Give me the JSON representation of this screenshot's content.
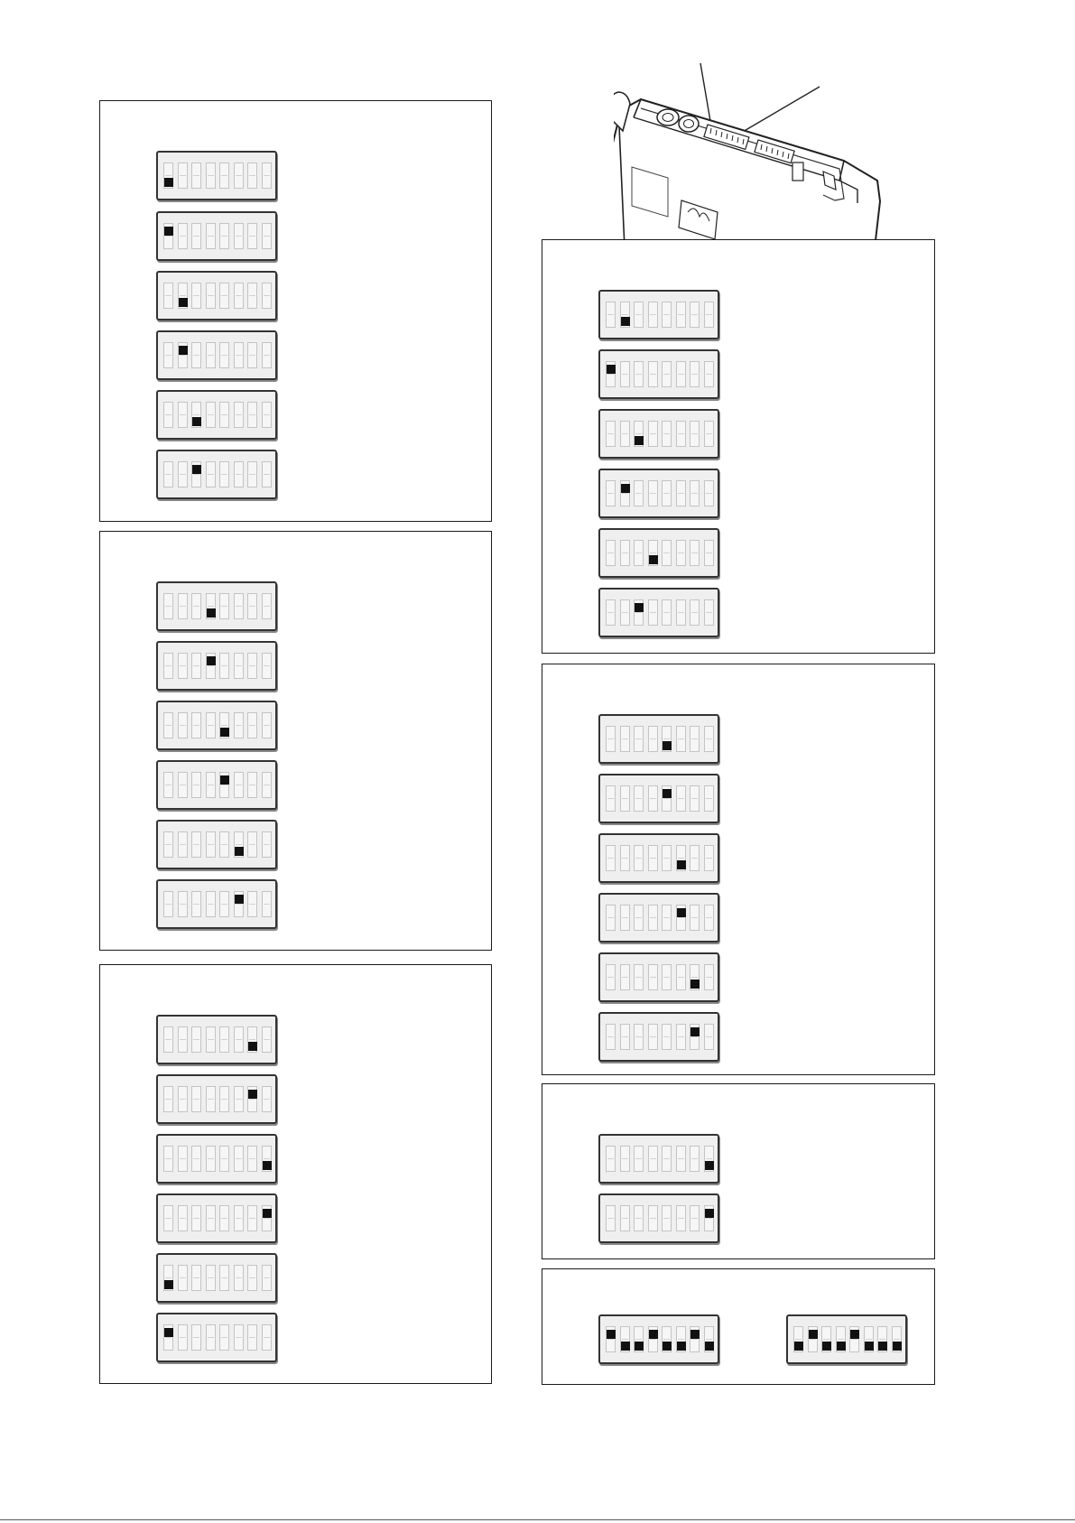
{
  "panels": [
    {
      "id": "panel-left-1",
      "switches": [
        [
          0,
          0,
          0,
          0,
          0,
          0,
          0,
          0
        ],
        [
          1,
          0,
          0,
          0,
          0,
          0,
          0,
          0
        ],
        [
          0,
          0,
          0,
          0,
          0,
          0,
          0,
          0
        ],
        [
          0,
          1,
          0,
          0,
          0,
          0,
          0,
          0
        ],
        [
          0,
          0,
          0,
          0,
          0,
          0,
          0,
          0
        ],
        [
          0,
          0,
          1,
          0,
          0,
          0,
          0,
          0
        ]
      ]
    },
    {
      "id": "panel-left-2",
      "switches": [
        [
          0,
          0,
          0,
          0,
          0,
          0,
          0,
          0
        ],
        [
          0,
          0,
          0,
          1,
          0,
          0,
          0,
          0
        ],
        [
          0,
          0,
          0,
          0,
          0,
          0,
          0,
          0
        ],
        [
          0,
          0,
          0,
          0,
          1,
          0,
          0,
          0
        ],
        [
          0,
          0,
          0,
          0,
          0,
          0,
          0,
          0
        ],
        [
          0,
          0,
          0,
          0,
          0,
          1,
          0,
          0
        ]
      ]
    },
    {
      "id": "panel-left-3",
      "switches": [
        [
          0,
          0,
          0,
          0,
          0,
          0,
          0,
          0
        ],
        [
          0,
          0,
          0,
          0,
          0,
          0,
          1,
          0
        ],
        [
          0,
          0,
          0,
          0,
          0,
          0,
          0,
          0
        ],
        [
          0,
          0,
          0,
          0,
          0,
          0,
          0,
          1
        ],
        [
          0,
          0,
          0,
          0,
          0,
          0,
          0,
          0
        ],
        [
          1,
          0,
          0,
          0,
          0,
          0,
          0,
          0
        ]
      ]
    },
    {
      "id": "panel-right-1",
      "switches": [
        [
          0,
          0,
          0,
          0,
          0,
          0,
          0,
          0
        ],
        [
          1,
          0,
          0,
          0,
          0,
          0,
          0,
          0
        ],
        [
          0,
          0,
          0,
          0,
          0,
          0,
          0,
          0
        ],
        [
          0,
          1,
          0,
          0,
          0,
          0,
          0,
          0
        ],
        [
          0,
          0,
          0,
          0,
          0,
          0,
          0,
          0
        ],
        [
          0,
          0,
          1,
          0,
          0,
          0,
          0,
          0
        ]
      ]
    },
    {
      "id": "panel-right-2",
      "switches": [
        [
          0,
          0,
          0,
          0,
          0,
          0,
          0,
          0
        ],
        [
          0,
          0,
          0,
          0,
          1,
          0,
          0,
          0
        ],
        [
          0,
          0,
          0,
          0,
          0,
          0,
          0,
          0
        ],
        [
          0,
          0,
          0,
          0,
          0,
          1,
          0,
          0
        ],
        [
          0,
          0,
          0,
          0,
          0,
          0,
          0,
          0
        ],
        [
          0,
          0,
          0,
          0,
          0,
          0,
          1,
          0
        ]
      ]
    },
    {
      "id": "panel-right-3",
      "switches": [
        [
          0,
          0,
          0,
          0,
          0,
          0,
          0,
          0
        ],
        [
          0,
          0,
          0,
          0,
          0,
          0,
          0,
          1
        ]
      ]
    },
    {
      "id": "panel-right-4",
      "switches": [
        [
          1,
          0,
          0,
          1,
          0,
          0,
          1,
          0
        ],
        [
          0,
          1,
          0,
          0,
          1,
          0,
          0,
          0
        ]
      ]
    }
  ],
  "colors": {
    "knob": "#111111",
    "body": "#efefef",
    "border": "#333333"
  },
  "illustration": "dip-switch-module-device"
}
